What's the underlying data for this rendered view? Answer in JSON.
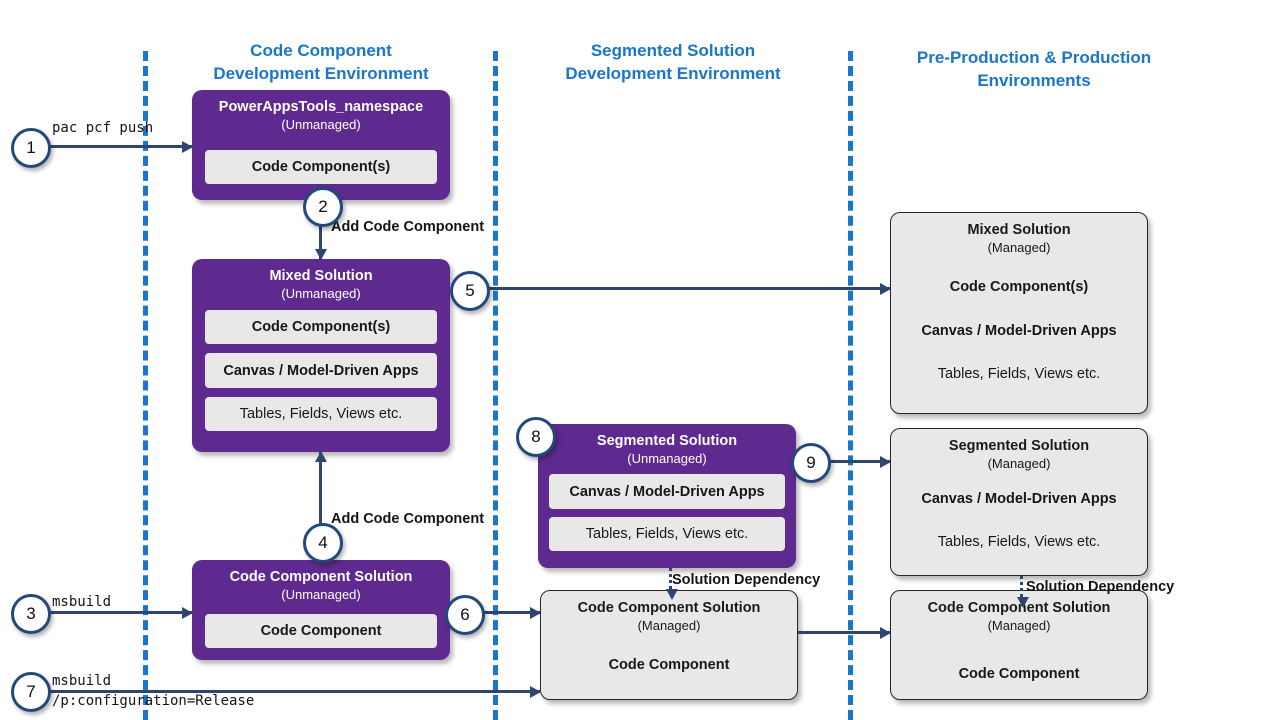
{
  "columns": [
    {
      "title_line1": "Code Component",
      "title_line2": "Development Environment"
    },
    {
      "title_line1": "Segmented Solution",
      "title_line2": "Development Environment"
    },
    {
      "title_line1": "Pre-Production & Production",
      "title_line2": "Environments"
    }
  ],
  "colors": {
    "accent_blue": "#1A76C8",
    "purple": "#5F2A8F",
    "arrow_navy": "#2E456E",
    "badge_ring": "#23497C",
    "chip_gray": "#E8E8E8"
  },
  "boxes": {
    "powerapps_tools": {
      "title": "PowerAppsTools_namespace",
      "subtitle": "(Unmanaged)",
      "items": [
        "Code Component(s)"
      ]
    },
    "mixed_unmanaged": {
      "title": "Mixed Solution",
      "subtitle": "(Unmanaged)",
      "items": [
        "Code Component(s)",
        "Canvas / Model-Driven Apps",
        "Tables, Fields, Views etc."
      ]
    },
    "code_component_unmanaged": {
      "title": "Code Component Solution",
      "subtitle": "(Unmanaged)",
      "items": [
        "Code Component"
      ]
    },
    "segmented_unmanaged": {
      "title": "Segmented Solution",
      "subtitle": "(Unmanaged)",
      "items": [
        "Canvas / Model-Driven Apps",
        "Tables, Fields, Views etc."
      ]
    },
    "code_component_managed_mid": {
      "title": "Code Component Solution",
      "subtitle": "(Managed)",
      "items": [
        "Code Component"
      ]
    },
    "mixed_managed": {
      "title": "Mixed Solution",
      "subtitle": "(Managed)",
      "items": [
        "Code Component(s)",
        "Canvas / Model-Driven Apps",
        "Tables, Fields, Views etc."
      ]
    },
    "segmented_managed": {
      "title": "Segmented Solution",
      "subtitle": "(Managed)",
      "items": [
        "Canvas / Model-Driven Apps",
        "Tables, Fields, Views etc."
      ]
    },
    "code_component_managed_right": {
      "title": "Code Component Solution",
      "subtitle": "(Managed)",
      "items": [
        "Code Component"
      ]
    }
  },
  "steps": [
    {
      "number": "1"
    },
    {
      "number": "2"
    },
    {
      "number": "3"
    },
    {
      "number": "4"
    },
    {
      "number": "5"
    },
    {
      "number": "6"
    },
    {
      "number": "7"
    },
    {
      "number": "8"
    },
    {
      "number": "9"
    }
  ],
  "commands": {
    "step1": "pac pcf push",
    "step3": "msbuild",
    "step7_line1": "msbuild",
    "step7_line2": "/p:configuration=Release"
  },
  "labels": {
    "add_code_component_top": "Add Code Component",
    "add_code_component_bottom": "Add Code Component",
    "solution_dependency_mid": "Solution Dependency",
    "solution_dependency_right": "Solution Dependency"
  }
}
